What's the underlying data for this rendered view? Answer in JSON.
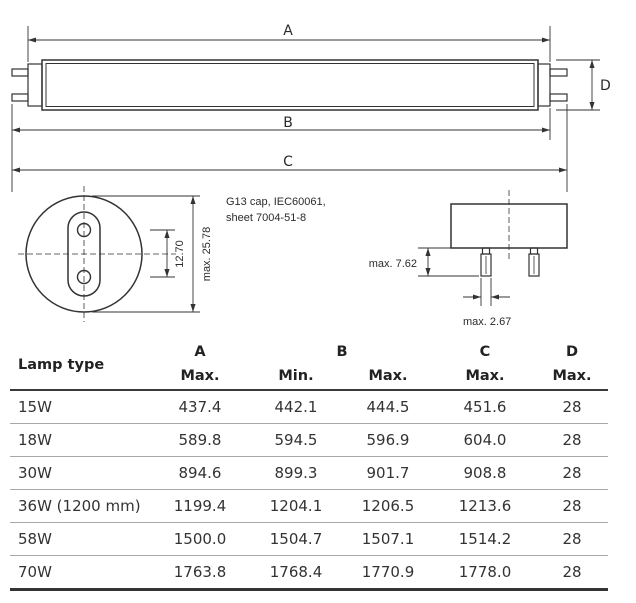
{
  "drawing": {
    "labels": {
      "a": "A",
      "b": "B",
      "c": "C",
      "d": "D"
    },
    "end_view": {
      "pin_spacing": "12.70",
      "diameter": "max. 25.78"
    },
    "cap_note": {
      "line1": "G13 cap, IEC60061,",
      "line2": "sheet 7004-51-8"
    },
    "side_view": {
      "pin_length": "max. 7.62",
      "pin_diameter": "max. 2.67"
    }
  },
  "table": {
    "header": {
      "lamp_type": "Lamp type",
      "a": {
        "label": "A",
        "sub": "Max."
      },
      "b": {
        "label": "B",
        "min": "Min.",
        "max": "Max."
      },
      "c": {
        "label": "C",
        "sub": "Max."
      },
      "d": {
        "label": "D",
        "sub": "Max."
      }
    },
    "rows": [
      {
        "type": "15W",
        "a_max": "437.4",
        "b_min": "442.1",
        "b_max": "444.5",
        "c_max": "451.6",
        "d_max": "28"
      },
      {
        "type": "18W",
        "a_max": "589.8",
        "b_min": "594.5",
        "b_max": "596.9",
        "c_max": "604.0",
        "d_max": "28"
      },
      {
        "type": "30W",
        "a_max": "894.6",
        "b_min": "899.3",
        "b_max": "901.7",
        "c_max": "908.8",
        "d_max": "28"
      },
      {
        "type": "36W (1200 mm)",
        "a_max": "1199.4",
        "b_min": "1204.1",
        "b_max": "1206.5",
        "c_max": "1213.6",
        "d_max": "28"
      },
      {
        "type": "58W",
        "a_max": "1500.0",
        "b_min": "1504.7",
        "b_max": "1507.1",
        "c_max": "1514.2",
        "d_max": "28"
      },
      {
        "type": "70W",
        "a_max": "1763.8",
        "b_min": "1768.4",
        "b_max": "1770.9",
        "c_max": "1778.0",
        "d_max": "28"
      }
    ]
  },
  "colors": {
    "ink": "#2b2b2b",
    "rule": "#a8a8a8"
  }
}
